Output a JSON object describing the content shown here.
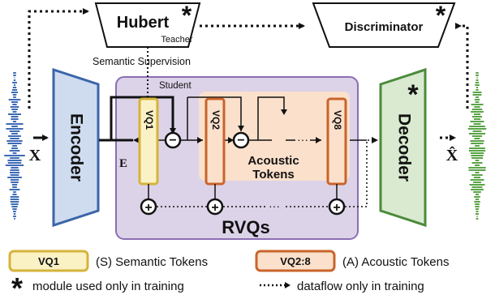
{
  "blocks": {
    "hubert": "Hubert",
    "hubert_star": "*",
    "teacher": "Teacher",
    "discriminator": "Discriminator",
    "discriminator_star": "*",
    "encoder": "Encoder",
    "decoder": "Decoder",
    "decoder_star": "*",
    "rvqs": "RVQs",
    "acoustic_tokens_line1": "Acoustic",
    "acoustic_tokens_line2": "Tokens",
    "vq1": "VQ1",
    "vq2": "VQ2",
    "vq8": "VQ8"
  },
  "labels": {
    "semantic_supervision": "Semantic Supervision",
    "student": "Student",
    "x": "X",
    "e": "E",
    "x_hat": "X̂",
    "ellipsis": "···"
  },
  "operators": {
    "minus": "−",
    "plus": "+"
  },
  "legend": {
    "vq1_box": "VQ1",
    "semantic_tokens": "(S) Semantic Tokens",
    "vq28_box": "VQ2:8",
    "acoustic_tokens": "(A) Acoustic Tokens",
    "star": "*",
    "star_desc": "module used only in training",
    "dataflow_desc": "dataflow only in training"
  },
  "colors": {
    "encoder_fill": "#cfdcf0",
    "encoder_stroke": "#3b65a8",
    "decoder_fill": "#d9ead0",
    "decoder_stroke": "#4b8b3b",
    "rvq_fill": "#dcd3e8",
    "rvq_stroke": "#8b6fb3",
    "acoustic_fill": "#fbe0cb",
    "vq1_fill": "#faf2c5",
    "vq1_stroke": "#d6b33a",
    "vq_fill": "#fbe0cb",
    "vq_stroke": "#c8642a",
    "wave_blue": "#3e6bb5",
    "wave_green": "#5aa447"
  }
}
